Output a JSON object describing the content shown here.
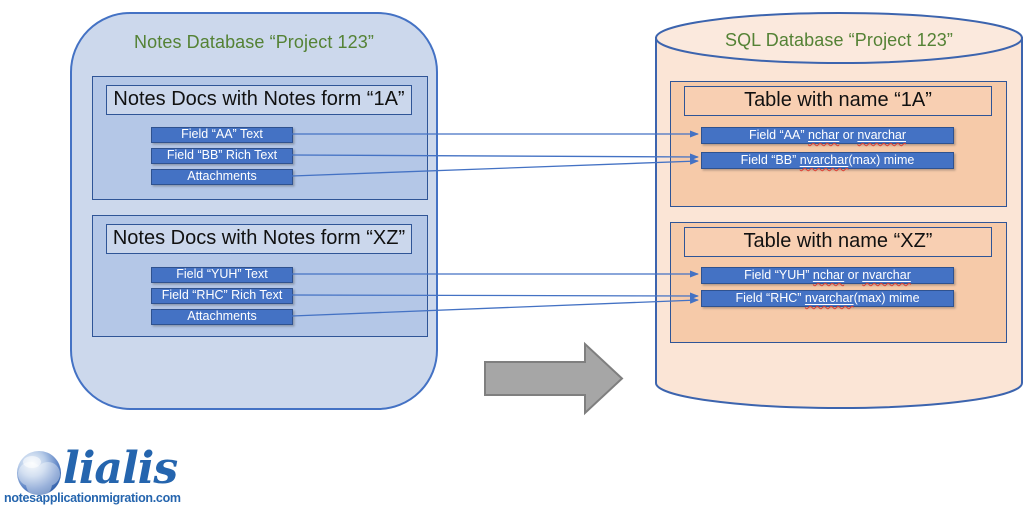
{
  "notes_db": {
    "title": "Notes Database “Project 123”",
    "groups": [
      {
        "header": "Notes Docs with Notes form “1A”",
        "fields": [
          "Field “AA” Text",
          "Field “BB” Rich Text",
          "Attachments"
        ]
      },
      {
        "header": "Notes Docs with Notes form “XZ”",
        "fields": [
          "Field “YUH” Text",
          "Field “RHC” Rich Text",
          "Attachments"
        ]
      }
    ]
  },
  "sql_db": {
    "title": "SQL Database “Project 123”",
    "tables": [
      {
        "header": "Table with name “1A”",
        "fields": [
          {
            "segments": [
              {
                "t": "Field “AA” "
              },
              {
                "t": "nchar",
                "u": true
              },
              {
                "t": " or "
              },
              {
                "t": "nvarchar",
                "u": true
              }
            ]
          },
          {
            "segments": [
              {
                "t": "Field “BB” "
              },
              {
                "t": "nvarchar",
                "u": true
              },
              {
                "t": "(max) mime"
              }
            ]
          }
        ]
      },
      {
        "header": "Table with name “XZ”",
        "fields": [
          {
            "segments": [
              {
                "t": "Field “YUH” "
              },
              {
                "t": "nchar",
                "u": true
              },
              {
                "t": " or "
              },
              {
                "t": "nvarchar",
                "u": true
              }
            ]
          },
          {
            "segments": [
              {
                "t": "Field “RHC” "
              },
              {
                "t": "nvarchar",
                "u": true
              },
              {
                "t": "(max) mime"
              }
            ]
          }
        ]
      }
    ]
  },
  "logo": {
    "name": "lialis",
    "url": "notesapplicationmigration.com"
  },
  "colors": {
    "title_green": "#548235",
    "accent_blue": "#4472C4",
    "dark_blue_border": "#2F5597",
    "notes_panel_fill": "#CCD8EC",
    "notes_group_fill": "#B4C7E7",
    "sql_cylinder_fill": "#FBE5D6",
    "sql_group_fill": "#F6CAA9",
    "flow_arrow_gray": "#A6A6A6",
    "spellcheck_red": "#E03C31",
    "logo_blue": "#2565AE"
  }
}
